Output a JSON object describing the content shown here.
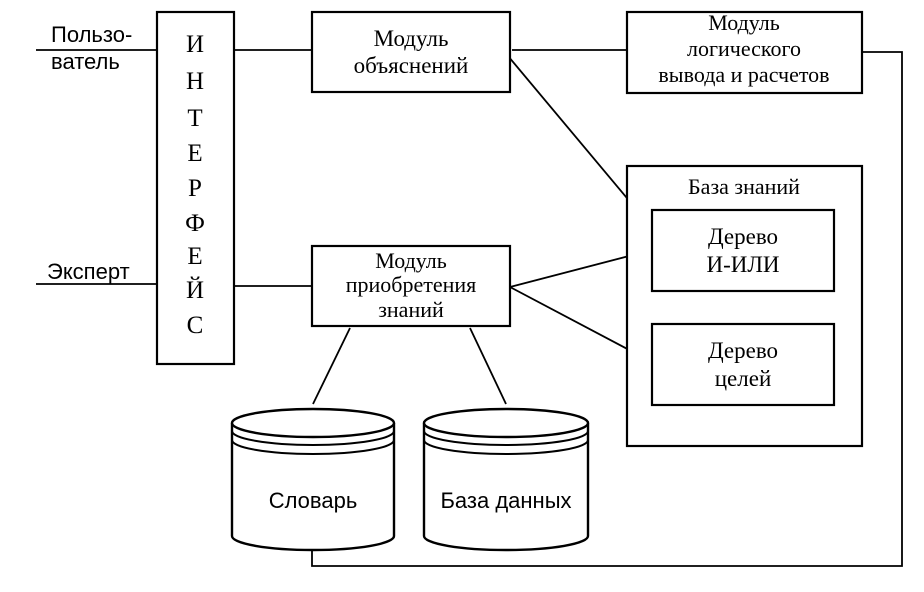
{
  "actors": {
    "user_line1": "Пользо-",
    "user_line2": "ватель",
    "expert": "Эксперт"
  },
  "interface": {
    "letters": [
      "И",
      "Н",
      "Т",
      "Е",
      "Р",
      "Ф",
      "Е",
      "Й",
      "С"
    ]
  },
  "explanation_module": {
    "line1": "Модуль",
    "line2": "объяснений"
  },
  "inference_module": {
    "line1": "Модуль",
    "line2": "логического",
    "line3": "вывода и расчетов"
  },
  "acquisition_module": {
    "line1": "Модуль",
    "line2": "приобретения",
    "line3": "знаний"
  },
  "knowledge_base": {
    "title": "База знаний",
    "and_or_tree": {
      "line1": "Дерево",
      "line2": "И-ИЛИ"
    },
    "goal_tree": {
      "line1": "Дерево",
      "line2": "целей"
    }
  },
  "storages": {
    "dictionary": "Словарь",
    "database": "База данных"
  }
}
